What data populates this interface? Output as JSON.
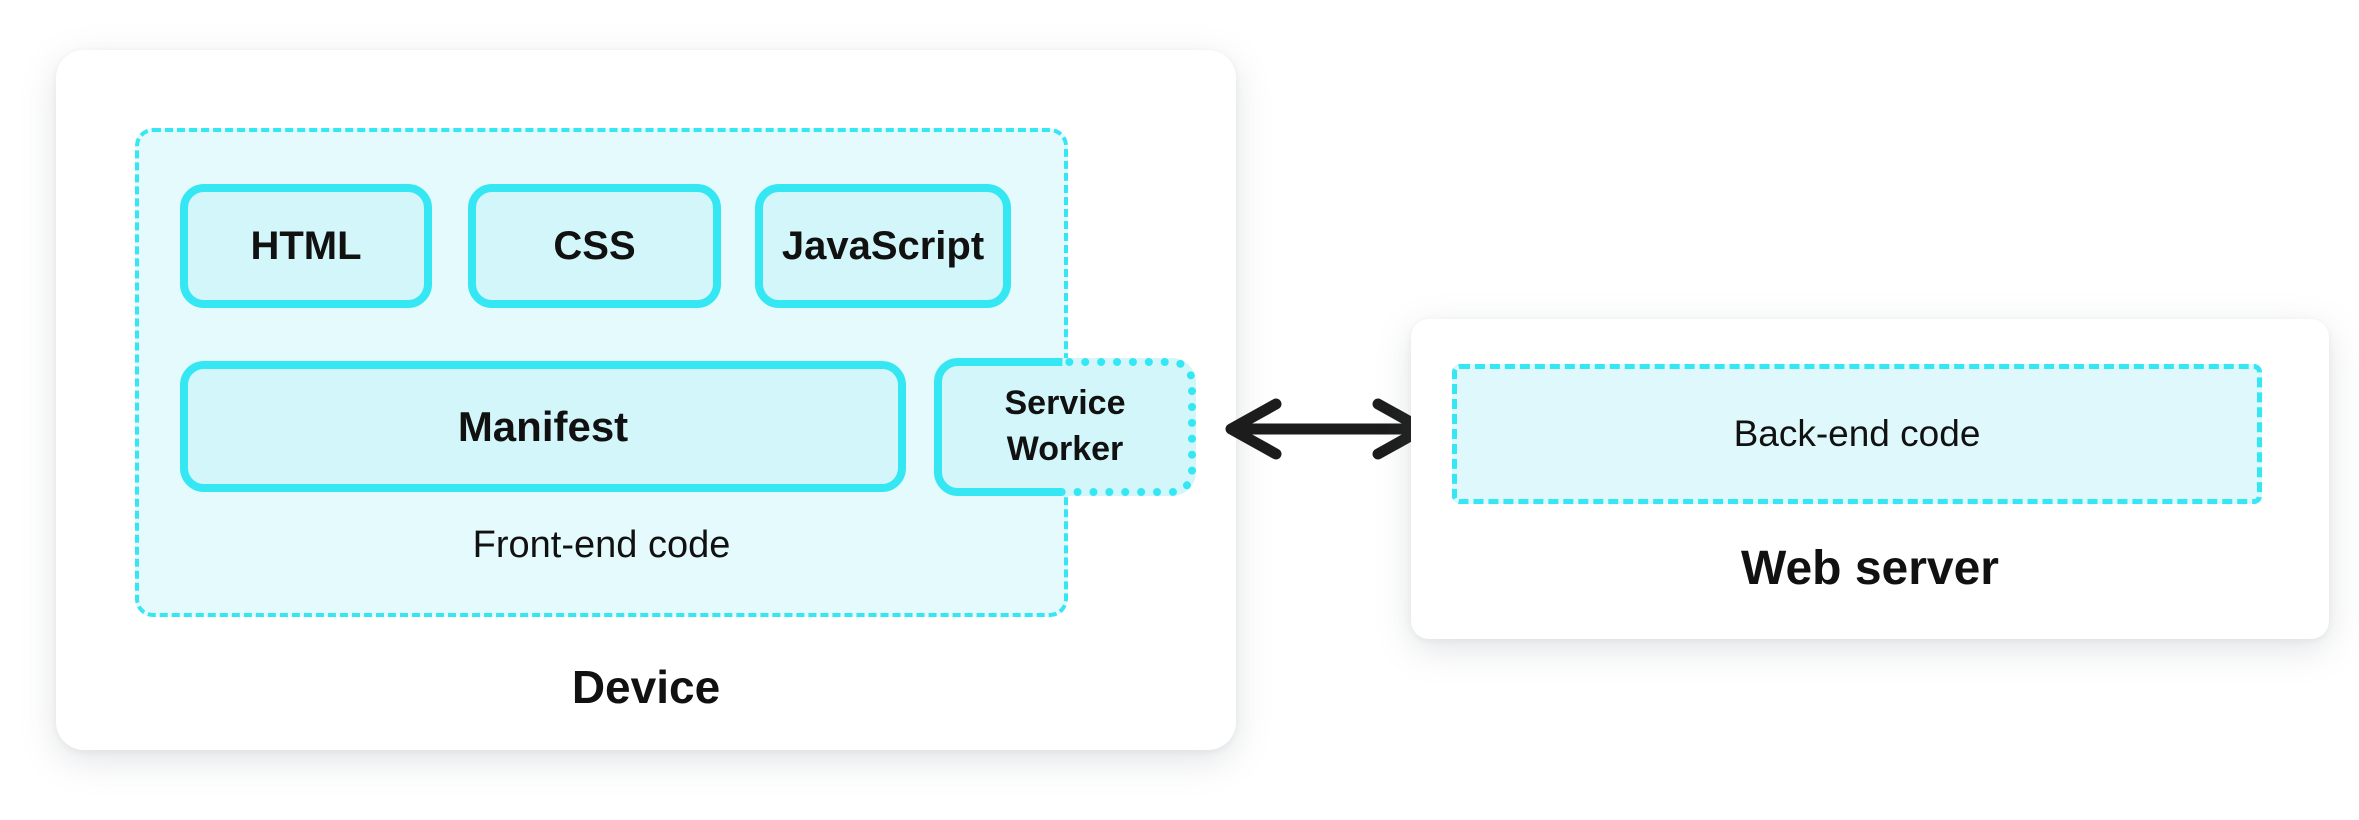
{
  "colors": {
    "accent_cyan": "#35e7f2",
    "box_fill": "#d2f6fa",
    "container_fill": "#e4fafd",
    "backend_fill": "#def8fc",
    "card_background": "#ffffff",
    "page_background": "#ffffff",
    "text_color": "#111111",
    "arrow_color": "#1c1c1c"
  },
  "device": {
    "label": "Device",
    "frontend": {
      "label": "Front-end code",
      "files": [
        "HTML",
        "CSS",
        "JavaScript"
      ],
      "manifest": "Manifest",
      "service_worker": "Service Worker"
    }
  },
  "connection": {
    "arrow_icon": "bidirectional-arrow"
  },
  "web_server": {
    "label": "Web server",
    "backend": "Back-end code"
  }
}
